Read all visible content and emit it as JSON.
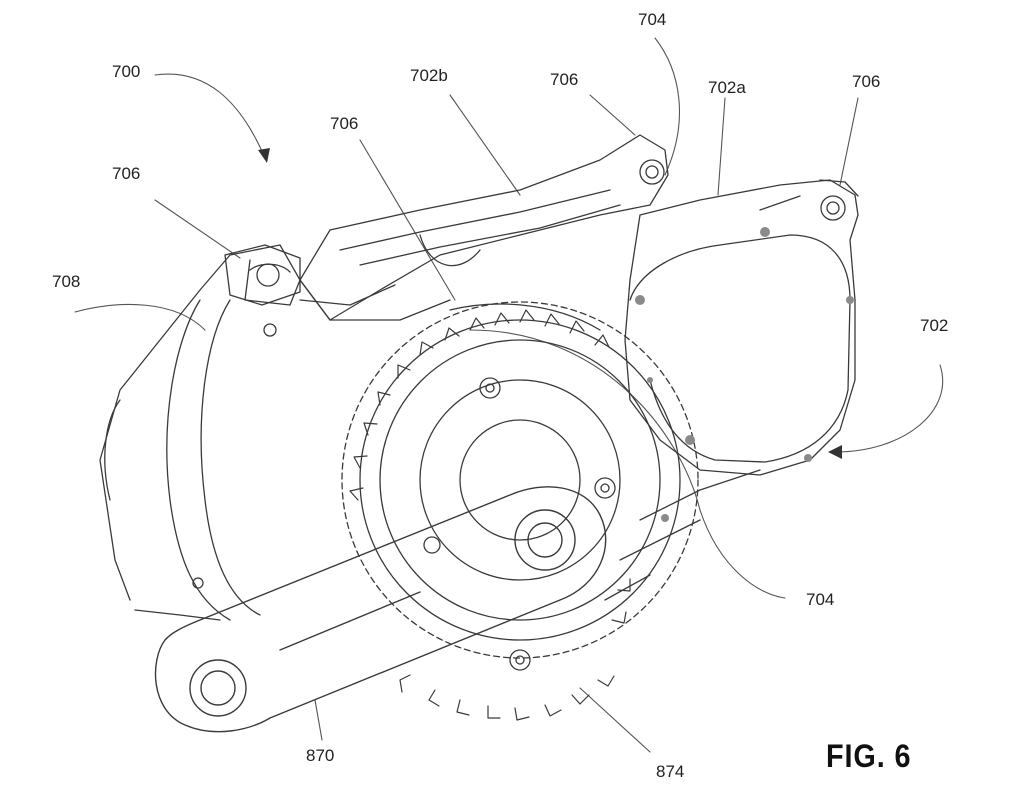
{
  "figure": {
    "title": "FIG. 6"
  },
  "labels": {
    "l700": "700",
    "l702b": "702b",
    "l706_top": "706",
    "l704_top": "704",
    "l702a": "702a",
    "l706_right": "706",
    "l706_mid": "706",
    "l706_left": "706",
    "l708": "708",
    "l702": "702",
    "l704_bottom": "704",
    "l870": "870",
    "l874": "874"
  },
  "colors": {
    "line": "#3a3a3a",
    "leader": "#555555",
    "bolt": "#8a8a8a"
  }
}
